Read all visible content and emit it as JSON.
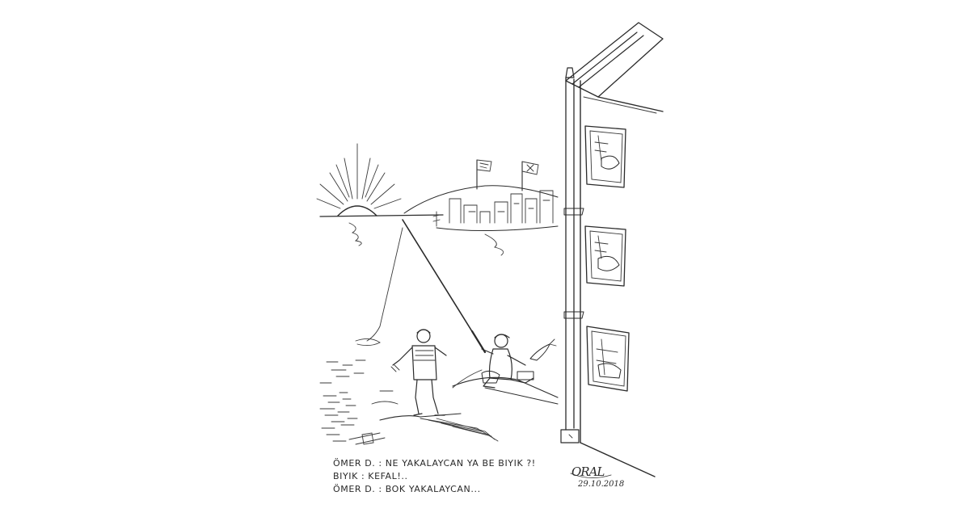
{
  "dialogue": [
    {
      "speaker": "ÖMER D.",
      "separator": ":",
      "text": "NE YAKALAYCAN YA BE BIYIK ?!"
    },
    {
      "speaker": "BIYIK",
      "separator": ":",
      "text": "KEFAL!.."
    },
    {
      "speaker": "ÖMER D.",
      "separator": ":",
      "text": "BOK YAKALAYCAN..."
    }
  ],
  "signature": {
    "name": "ORAL",
    "date": "29.10.2018"
  },
  "scene": {
    "ink_color": "#2b2b2b",
    "background": "#ffffff",
    "icons": [
      "sun-icon",
      "flag-icon",
      "window-icon",
      "fishing-rod-icon",
      "drainpipe-icon"
    ]
  }
}
